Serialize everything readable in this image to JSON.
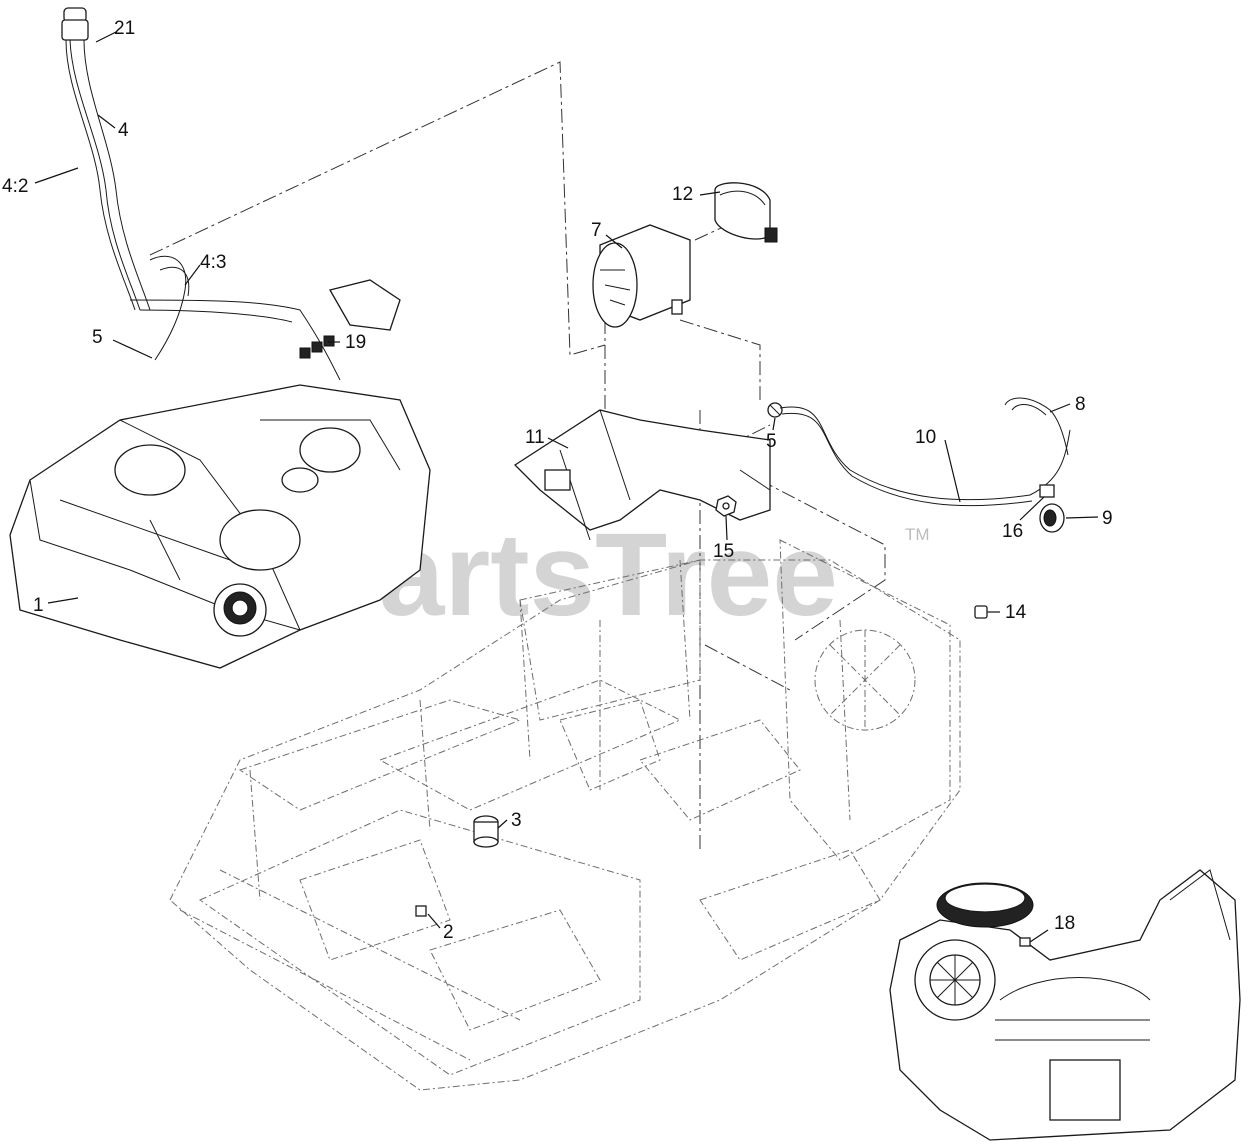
{
  "watermark": {
    "text": "PartsTree",
    "tm": "TM"
  },
  "callouts": {
    "c21": "21",
    "c4": "4",
    "c4_2": "4:2",
    "c4_3": "4:3",
    "c5a": "5",
    "c19": "19",
    "c1": "1",
    "c12": "12",
    "c7": "7",
    "c11": "11",
    "c5b": "5",
    "c8": "8",
    "c10": "10",
    "c9": "9",
    "c16": "16",
    "c15": "15",
    "c14": "14",
    "c3": "3",
    "c2": "2",
    "c18": "18"
  },
  "colors": {
    "line": "#1a1a1a",
    "ghost": "#6e6e6e",
    "watermark": "#d4d4d4"
  }
}
